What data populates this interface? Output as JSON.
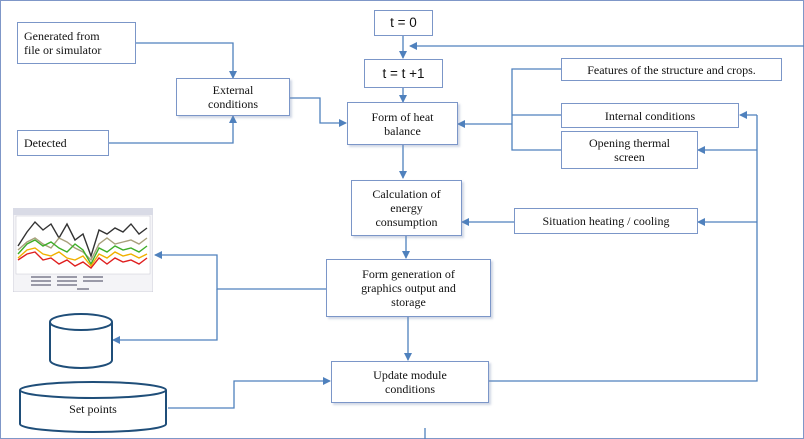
{
  "nodes": {
    "t_zero": "t = 0",
    "t_step": "t = t +1",
    "generated": "Generated from\nfile or simulator",
    "detected": "Detected",
    "external": "External\nconditions",
    "heat_balance": "Form of heat\nbalance",
    "features": "Features of the structure and crops.",
    "internal": "Internal conditions",
    "opening": "Opening thermal\nscreen",
    "energy": "Calculation of\nenergy\nconsumption",
    "situation": "Situation heating / cooling",
    "graphics": "Form generation of\ngraphics output and\nstorage",
    "update": "Update module\nconditions",
    "setpoints": "Set points"
  },
  "colors": {
    "box_border": "#7b96c8",
    "connector": "#4f81bd",
    "cylinder": "#1f4e79"
  },
  "thumbnail": {
    "description_icon": "line-chart-thumbnail",
    "series_colors": [
      "#333333",
      "#8a8a8a",
      "#b0a88a",
      "#3fae2a",
      "#f0b000",
      "#e02020"
    ]
  }
}
